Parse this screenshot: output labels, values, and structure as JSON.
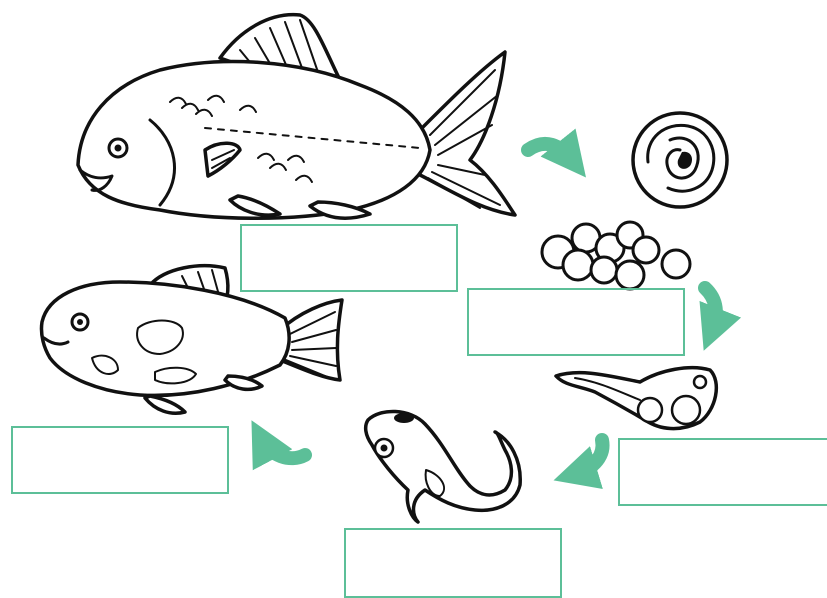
{
  "colors": {
    "arrow": "#5cbf98",
    "box_border": "#5cbf98",
    "ink": "#111111"
  },
  "stages": [
    {
      "id": "adult-fish",
      "icon": "adult-fish-icon",
      "label": ""
    },
    {
      "id": "eggs",
      "icon": "eggs-icon",
      "label": ""
    },
    {
      "id": "embryo",
      "icon": "embryo-in-egg-icon",
      "label": ""
    },
    {
      "id": "larva",
      "icon": "larva-icon",
      "label": ""
    },
    {
      "id": "fry",
      "icon": "fry-icon",
      "label": ""
    },
    {
      "id": "juvenile-fish",
      "icon": "juvenile-fish-icon",
      "label": ""
    }
  ]
}
